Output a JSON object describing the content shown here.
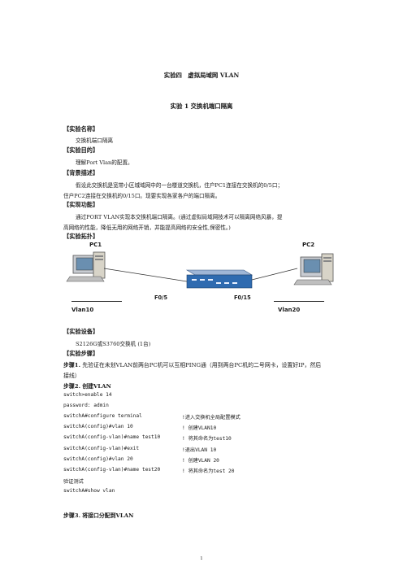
{
  "heading": "实验四　虚拟局域网 VLAN",
  "subheading": "实验 1 交换机端口隔离",
  "sections": {
    "name_title": "【实验名称】",
    "name_body": "交换机端口隔离",
    "goal_title": "【实验目的】",
    "goal_body": "理解Port Vlan的配置。",
    "bg_title": "【背景描述】",
    "bg_line1": "假设此交换机是宽带小区城域网中的一台楼道交换机，住户PC1连接在交换机的0/5口；",
    "bg_line2": "住户PC2连接在交换机的0/15口。现要实现各家各户的端口隔离。",
    "func_title": "【实现功能】",
    "func_line1": "通过PORT VLAN实现本交换机端口隔离。(通过虚拟局域网技术可以隔离网络风暴，提",
    "func_line2": "高网络的性能，降低无用的网络开销，并能提高网络的安全性,保密性。)",
    "topo_title": "【实验拓扑】",
    "equip_title": "【实验设备】",
    "equip_body": "S2126G或S3760交换机 (1台)",
    "steps_title": "【实验步骤】"
  },
  "topology": {
    "pc1": "PC1",
    "pc2": "PC2",
    "port_left": "F0/5",
    "port_right": "F0/15",
    "vlan_left": "Vlan10",
    "vlan_right": "Vlan20"
  },
  "steps": {
    "s1_label": "步骤1.",
    "s1_text": "先验证在未划VLAN前两台PC机可以互相PING通（用到两台PC机的二号网卡，设置好IP，然后",
    "s1_text2": "接线）",
    "s2_label": "步骤2.",
    "s2_text": "创建VLAN",
    "s3_label": "步骤3.",
    "s3_text": "将接口分配到VLAN"
  },
  "commands": [
    {
      "cmd": "switch>enable 14",
      "comment": ""
    },
    {
      "cmd": "password: admin",
      "comment": ""
    },
    {
      "cmd": "switchA#configure terminal",
      "comment": "!进入交换机全局配置模式"
    },
    {
      "cmd": "switchA(config)#vlan 10",
      "comment": "! 创建VLAN10"
    },
    {
      "cmd": "switchA(config-vlan)#name test10",
      "comment": "! 将其命名为test10"
    },
    {
      "cmd": "switchA(config-vlan)#exit",
      "comment": "!退出VLAN 10"
    },
    {
      "cmd": "switchA(config)#vlan 20",
      "comment": "! 创建VLAN 20"
    },
    {
      "cmd": "switchA(config-vlan)#name test20",
      "comment": "! 将其命名为test 20"
    },
    {
      "cmd": "验证测试",
      "comment": ""
    },
    {
      "cmd": "switchA#show vlan",
      "comment": ""
    }
  ],
  "page_number": "1"
}
